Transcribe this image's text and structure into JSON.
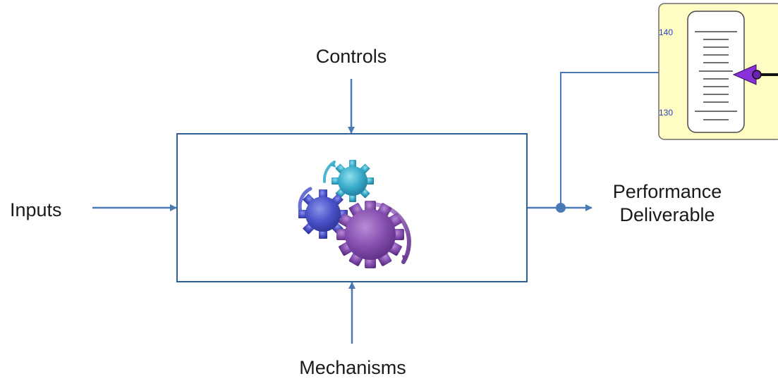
{
  "diagram": {
    "controls_label": "Controls",
    "inputs_label": "Inputs",
    "mechanisms_label": "Mechanisms",
    "output_label_line1": "Performance",
    "output_label_line2": "Deliverable",
    "colors": {
      "line": "#4a7ab5",
      "box_border": "#2f5f96",
      "gauge_bg": "#fffcc4",
      "pointer": "#8a30d8",
      "gear_small": "#3a9dc6",
      "gear_medium": "#4a4fc8",
      "gear_large": "#7b45a8"
    },
    "icons": [
      "gears-icon"
    ]
  },
  "gauge": {
    "tick_high": "140",
    "tick_low": "130",
    "icons": [
      "pointer-icon"
    ]
  }
}
